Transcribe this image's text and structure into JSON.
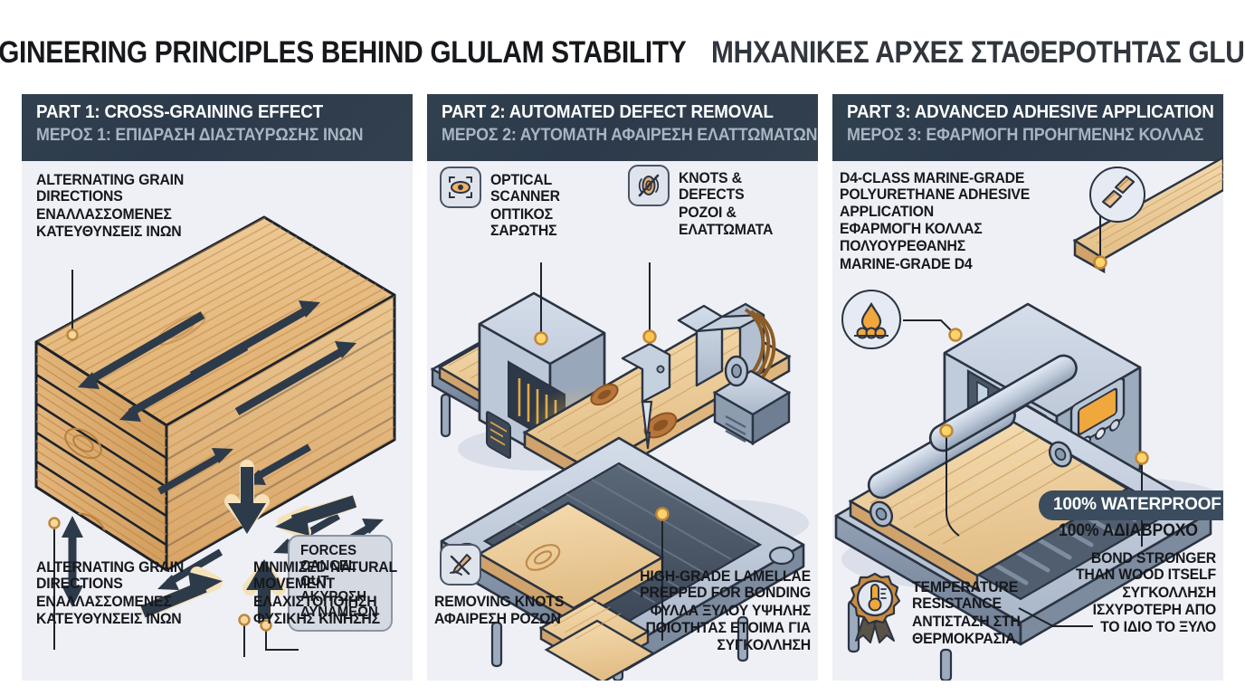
{
  "title": {
    "english": "ENGINEERING PRINCIPLES BEHIND GLULAM STABILITY",
    "greek": "ΜΗΧΑΝΙΚΕΣ ΑΡΧΕΣ ΣΤΑΘΕΡΟΤΗΤΑΣ GLULAM"
  },
  "colors": {
    "page_background": "#ffffff",
    "panel_background": "#eef0f6",
    "header_background": "#2e3d4f",
    "header_text": "#ffffff",
    "header_subtext": "#a9b4c2",
    "body_text": "#16181c",
    "wood_light": "#f2d6a8",
    "wood_mid": "#e3b578",
    "wood_dark": "#c08a4a",
    "metal_light": "#c9d3e0",
    "metal_mid": "#9aa8ba",
    "metal_dark": "#4a5565",
    "accent_amber": "#f0a83c",
    "arrow_navy": "#2d3a4a",
    "badge_dark": "#3a4c5e"
  },
  "panels": [
    {
      "header_en": "PART 1: CROSS-GRAINING EFFECT",
      "header_el": "ΜΕΡΟΣ 1: ΕΠΙΔΡΑΣΗ ΔΙΑΣΤΑΥΡΩΣΗΣ ΙΝΩΝ",
      "labels": {
        "top_left_en": [
          "ALTERNATING GRAIN",
          "DIRECTIONS"
        ],
        "top_left_el": [
          "ΕΝΑΛΛΑΣΣΟΜΕΝΕΣ",
          "ΚΑΤΕΥΘΥΝΣΕΙΣ ΙΝΩΝ"
        ],
        "bottom_left_en": [
          "ALTERNATING GRAIN",
          "DIRECTIONS"
        ],
        "bottom_left_el": [
          "ΕΝΑΛΛΑΣΣΟΜΕΝΕΣ",
          "ΚΑΤΕΥΘΥΝΣΕΙΣ ΙΝΩΝ"
        ],
        "bottom_right_en": [
          "MINIMIZED NATURAL",
          "MOVEMENT"
        ],
        "bottom_right_el": [
          "ΕΛΑΧΙΣΤΟΠΟΙΗΣΗ",
          "ΦΥΣΙΚΗΣ ΚΙΝΗΣΗΣ"
        ],
        "callout_en": [
          "FORCES",
          "CANCEL OUT"
        ],
        "callout_el": [
          "ΑΚΥΡΩΣΗ",
          "ΔΥΝΑΜΕΩΝ"
        ]
      }
    },
    {
      "header_en": "PART 2: AUTOMATED DEFECT REMOVAL",
      "header_el": "ΜΕΡΟΣ 2: ΑΥΤΟΜΑΤΗ ΑΦΑΙΡΕΣΗ ΕΛΑΤΤΩΜΑΤΩΝ",
      "labels": {
        "scanner_en": [
          "OPTICAL SCANNER"
        ],
        "scanner_el": [
          "ΟΠΤΙΚΟΣ ΣΑΡΩΤΗΣ"
        ],
        "knots_en": [
          "KNOTS & DEFECTS"
        ],
        "knots_el": [
          "ΡΟΖΟΙ &",
          "ΕΛΑΤΤΩΜΑΤΑ"
        ],
        "removing_en": [
          "REMOVING KNOTS"
        ],
        "removing_el": [
          "ΑΦΑΙΡΕΣΗ ΡΟΖΩΝ"
        ],
        "lamellae_en": [
          "HIGH-GRADE LAMELLAE",
          "PREPPED FOR BONDING"
        ],
        "lamellae_el": [
          "ΦΥΛΛΑ ΞΥΛΟΥ ΥΨΗΛΗΣ",
          "ΠΟΙΟΤΗΤΑΣ ΕΤΟΙΜΑ ΓΙΑ",
          "ΣΥΓΚΟΛΛΗΣΗ"
        ]
      },
      "icons": {
        "scanner": "eye-scanner-icon",
        "knots": "knot-defect-icon",
        "removing": "chisel-knot-removal-icon"
      }
    },
    {
      "header_en": "PART 3: ADVANCED ADHESIVE APPLICATION",
      "header_el": "ΜΕΡΟΣ 3: ΕΦΑΡΜΟΓΗ ΠΡΟΗΓΜΕΝΗΣ ΚΟΛΛΑΣ",
      "labels": {
        "adhesive_en": [
          "D4-CLASS MARINE-GRADE",
          "POLYURETHANE ADHESIVE",
          "APPLICATION"
        ],
        "adhesive_el": [
          "ΕΦΑΡΜΟΓΗ ΚΟΛΛΑΣ",
          "ΠΟΛΥΟΥΡΕΘΑΝΗΣ",
          "MARINE-GRADE D4"
        ],
        "waterproof_badge": "100% WATERPROOF",
        "waterproof_el": "100% ΑΔΙΑΒΡΟΧΟ",
        "bond_en": [
          "BOND STRONGER",
          "THAN WOOD ITSELF"
        ],
        "bond_el": [
          "ΣΥΓΚΟΛΛΗΣΗ",
          "ΙΣΧΥΡΟΤΕΡΗ ΑΠΟ",
          "ΤΟ ΙΔΙΟ ΤΟ ΞΥΛΟ"
        ],
        "temperature_en": [
          "TEMPERATURE",
          "RESISTANCE"
        ],
        "temperature_el": [
          "ΑΝΤΙΣΤΑΣΗ ΣΤΗ",
          "ΘΕΡΜΟΚΡΑΣΙΑ"
        ]
      },
      "icons": {
        "joint": "wood-joint-icon",
        "droplet": "adhesive-droplet-icon",
        "medal": "temperature-medal-icon"
      }
    }
  ]
}
